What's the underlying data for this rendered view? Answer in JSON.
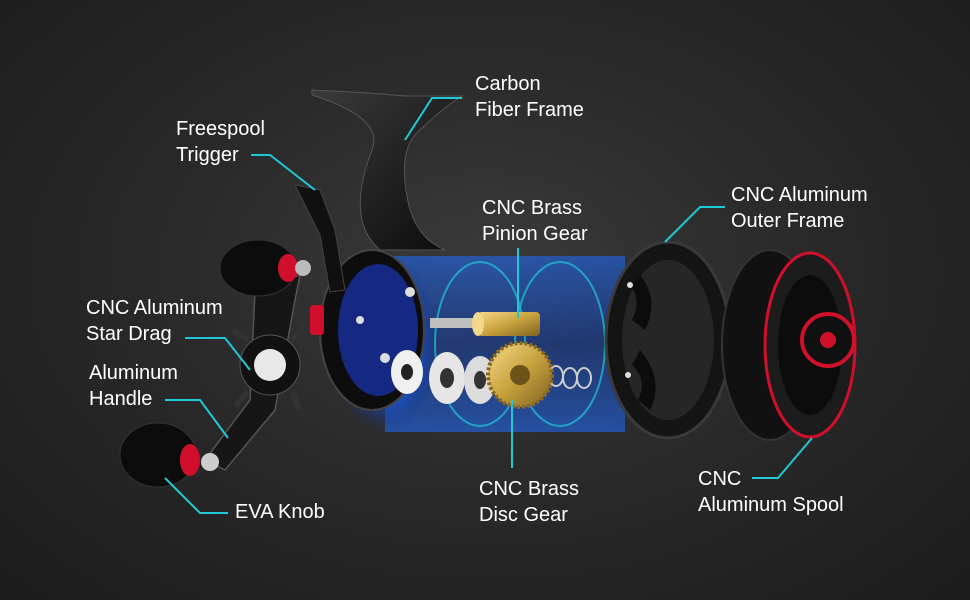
{
  "colors": {
    "background": "#262626",
    "leader_line": "#1ec8d6",
    "accent_red": "#d0102a",
    "label_text": "#ffffff"
  },
  "callouts": {
    "carbon_fiber_frame": [
      "Carbon",
      "Fiber Frame"
    ],
    "freespool_trigger": [
      "Freespool",
      "Trigger"
    ],
    "cnc_brass_pinion_gear": [
      "CNC Brass",
      "Pinion Gear"
    ],
    "cnc_aluminum_outer_frame": [
      "CNC Aluminum",
      "Outer Frame"
    ],
    "cnc_aluminum_star_drag": [
      "CNC Aluminum",
      "Star Drag"
    ],
    "aluminum_handle": [
      "Aluminum",
      "Handle"
    ],
    "eva_knob": [
      "EVA Knob"
    ],
    "cnc_brass_disc_gear": [
      "CNC Brass",
      "Disc Gear"
    ],
    "cnc_aluminum_spool": [
      "CNC",
      "Aluminum Spool"
    ]
  },
  "product_visual": {
    "subject": "exploded-view-fishing-reel",
    "icons": [
      "reel-body",
      "carbon-frame",
      "handle",
      "eva-knob",
      "star-drag",
      "brass-pinion-gear",
      "brass-disc-gear",
      "washers",
      "outer-frame",
      "spool"
    ]
  }
}
